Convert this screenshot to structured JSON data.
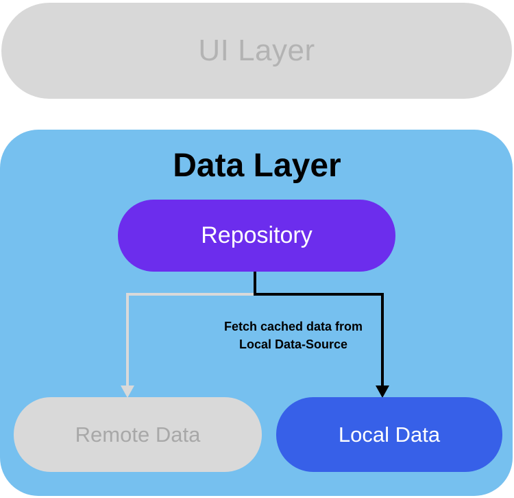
{
  "ui_layer": {
    "label": "UI Layer"
  },
  "data_layer": {
    "title": "Data Layer",
    "repository": {
      "label": "Repository"
    },
    "remote_data": {
      "label": "Remote Data"
    },
    "local_data": {
      "label": "Local Data"
    },
    "fetch_note": {
      "line1": "Fetch cached data from",
      "line2": "Local Data-Source"
    }
  },
  "colors": {
    "ui_layer_bg": "#d8d8d8",
    "data_layer_bg": "#76c0ef",
    "repository_bg": "#6c2ded",
    "remote_data_bg": "#d9d9d9",
    "local_data_bg": "#3760e8",
    "inactive_connector": "#d9d9d9",
    "active_connector": "#000000"
  }
}
